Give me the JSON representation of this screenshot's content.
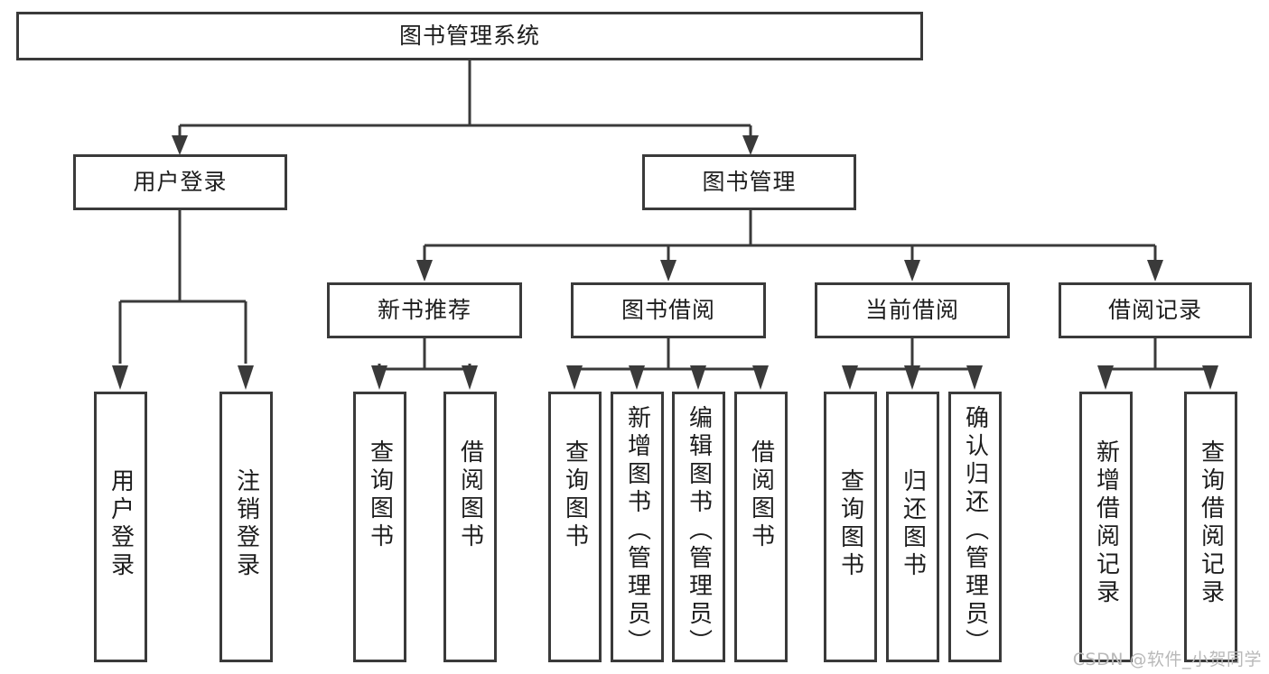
{
  "diagram": {
    "title": "图书管理系统",
    "type": "tree-hierarchy",
    "root": {
      "label": "图书管理系统"
    },
    "level2": [
      {
        "label": "用户登录"
      },
      {
        "label": "图书管理"
      }
    ],
    "level3": [
      {
        "label": "新书推荐"
      },
      {
        "label": "图书借阅"
      },
      {
        "label": "当前借阅"
      },
      {
        "label": "借阅记录"
      }
    ],
    "leaves": {
      "user_login": [
        {
          "label": "用户登录"
        },
        {
          "label": "注销登录"
        }
      ],
      "new_book_recommend": [
        {
          "label": "查询图书"
        },
        {
          "label": "借阅图书"
        }
      ],
      "book_borrow": [
        {
          "label": "查询图书"
        },
        {
          "label": "新增图书（管理员）"
        },
        {
          "label": "编辑图书（管理员）"
        },
        {
          "label": "借阅图书"
        }
      ],
      "current_borrow": [
        {
          "label": "查询图书"
        },
        {
          "label": "归还图书"
        },
        {
          "label": "确认归还（管理员）"
        }
      ],
      "borrow_record": [
        {
          "label": "新增借阅记录"
        },
        {
          "label": "查询借阅记录"
        }
      ]
    }
  },
  "watermark": {
    "text": "CSDN @软件_小贺同学"
  },
  "colors": {
    "stroke": "#3a3a3a",
    "background": "#ffffff",
    "text": "#1d1d1d",
    "watermark": "#b9b9b9"
  }
}
